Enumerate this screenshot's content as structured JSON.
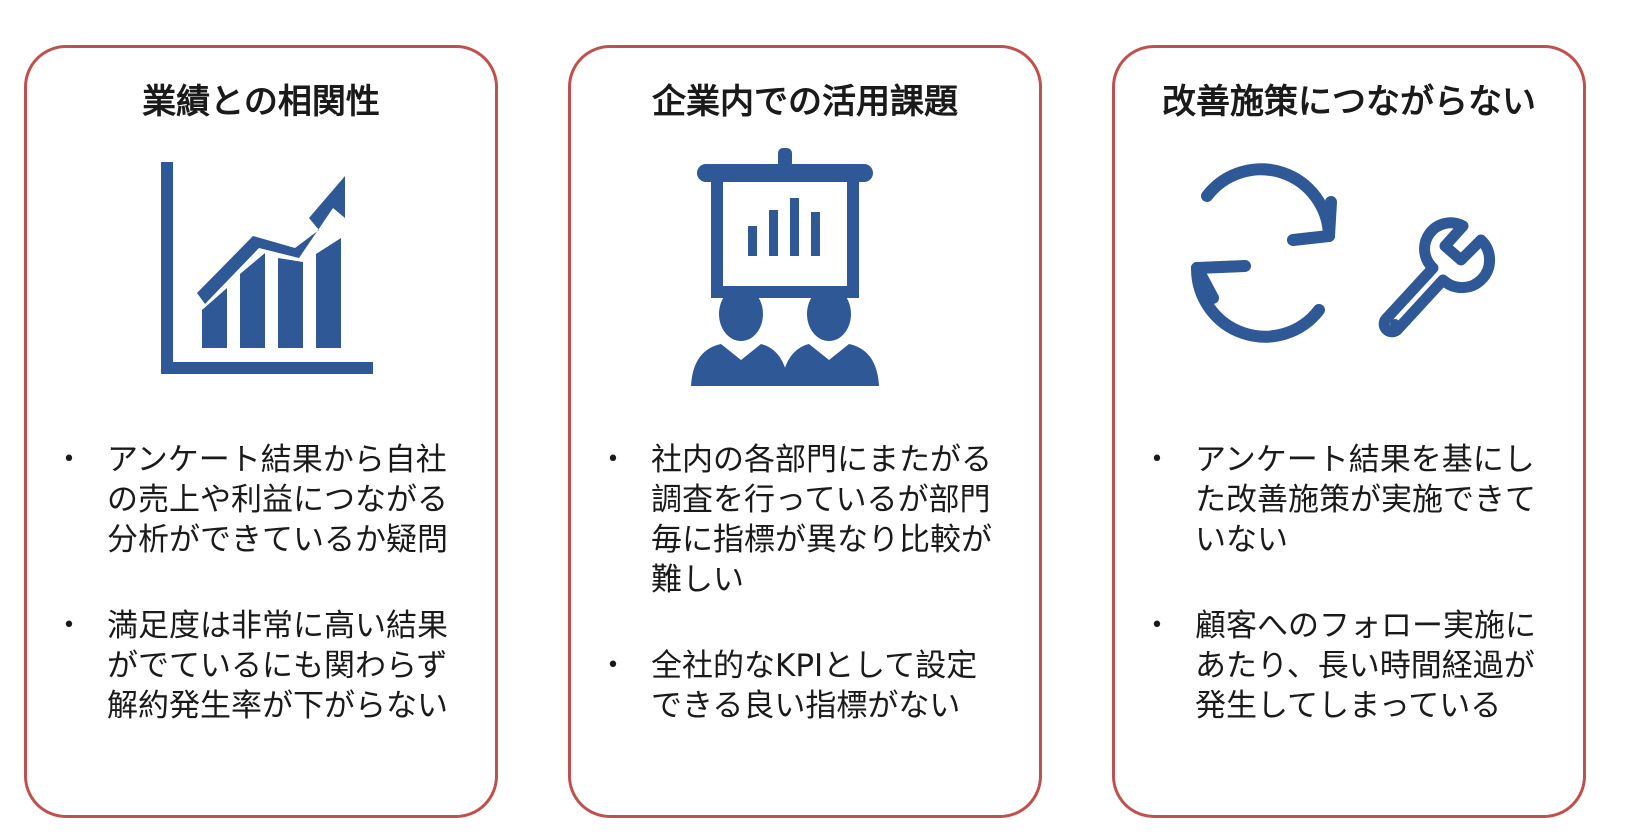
{
  "colors": {
    "border": "#c0504d",
    "icon": "#2e5896",
    "text": "#1a1a1a"
  },
  "cards": [
    {
      "title": "業績との相関性",
      "icon": "growth-chart-icon",
      "bullet_mark": "•",
      "bullets": [
        {
          "text": "アンケート結果から自社\nの売上や利益につながる\n分析ができているか疑問"
        },
        {
          "text": "満足度は非常に高い結果\nがでているにも関わらず\n解約発生率が下がらない"
        }
      ]
    },
    {
      "title": "企業内での活用課題",
      "icon": "presentation-meeting-icon",
      "bullet_mark": "•",
      "bullets": [
        {
          "text": "社内の各部門にまたがる\n調査を行っているが部門\n毎に指標が異なり比較が\n難しい"
        },
        {
          "text": "全社的なKPIとして設定\nできる良い指標がない"
        }
      ]
    },
    {
      "title": "改善施策につながらない",
      "icon": "refresh-wrench-icon",
      "bullet_mark": "•",
      "bullets": [
        {
          "text": "アンケート結果を基にし\nた改善施策が実施できて\nいない"
        },
        {
          "text": "顧客へのフォロー実施に\nあたり、長い時間経過が\n発生してしまっている"
        }
      ]
    }
  ]
}
